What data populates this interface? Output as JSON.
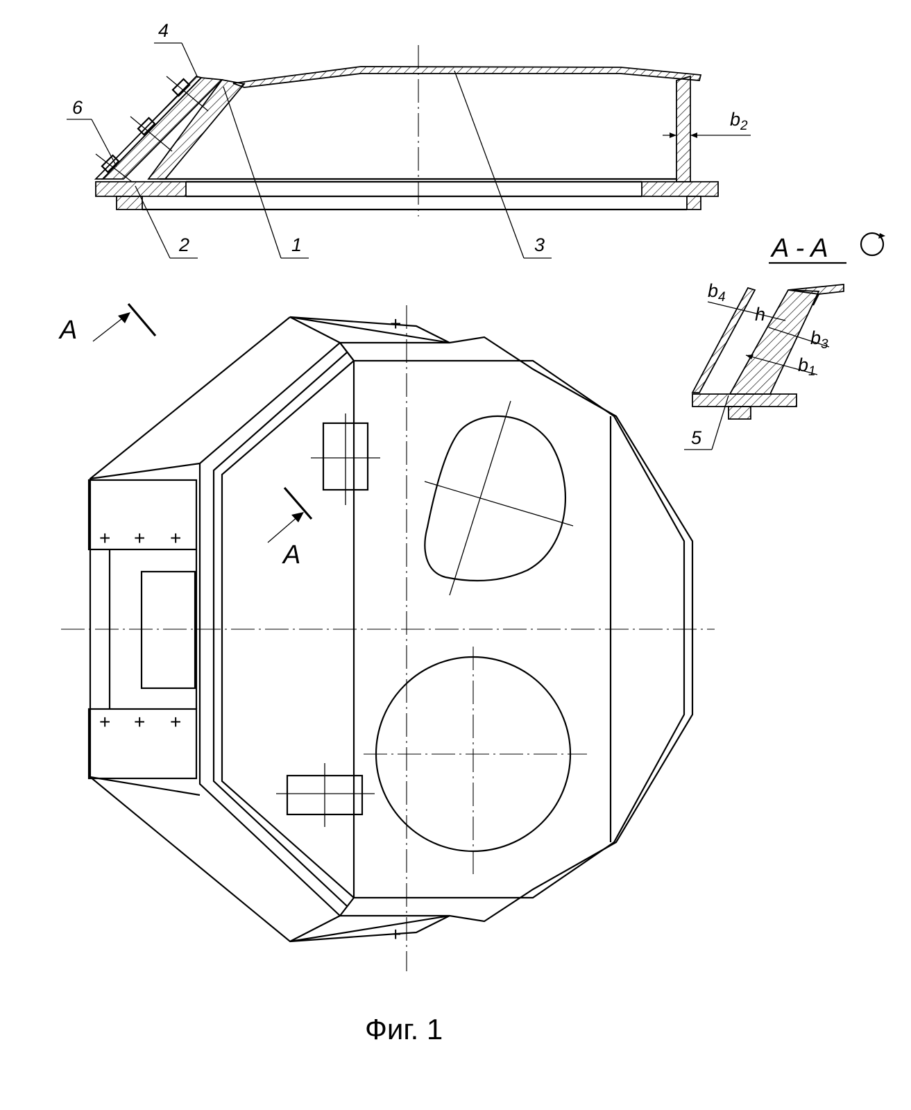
{
  "labels": {
    "part_1": "1",
    "part_2": "2",
    "part_3": "3",
    "part_4": "4",
    "part_5": "5",
    "part_6": "6",
    "b1": "b",
    "b1_sub": "1",
    "b2": "b",
    "b2_sub": "2",
    "b3": "b",
    "b3_sub": "3",
    "b4": "b",
    "b4_sub": "4",
    "h": "h",
    "section_marker": "A",
    "section_marker_2": "A",
    "section_title": "A - A"
  },
  "caption": "Фиг. 1"
}
